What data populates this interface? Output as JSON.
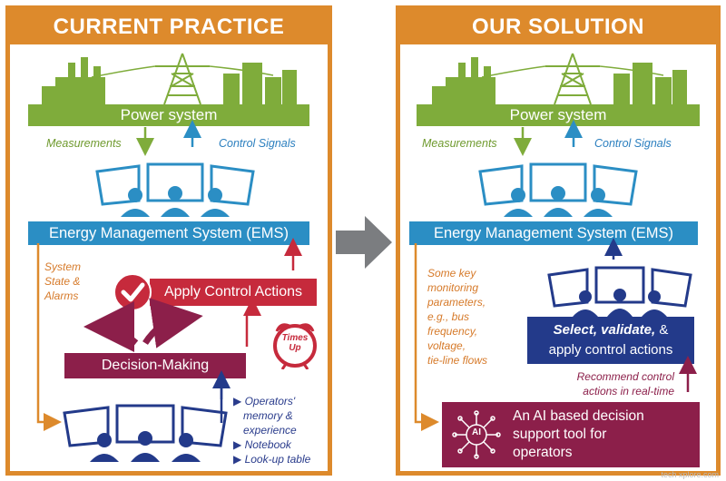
{
  "left": {
    "title": "CURRENT PRACTICE",
    "power_system": "Power system",
    "measurements": "Measurements",
    "control_signals": "Control Signals",
    "ems": "Energy Management System (EMS)",
    "system_state": [
      "System",
      "State &",
      "Alarms"
    ],
    "apply_control_actions": "Apply Control Actions",
    "decision_making": "Decision-Making",
    "times_up": [
      "Times",
      "Up"
    ],
    "operators_list": [
      "Operators'",
      "memory &",
      "experience",
      "Notebook",
      "Look-up table"
    ]
  },
  "right": {
    "title": "OUR SOLUTION",
    "power_system": "Power system",
    "measurements": "Measurements",
    "control_signals": "Control Signals",
    "ems": "Energy Management System (EMS)",
    "monitoring": [
      "Some key",
      "monitoring",
      "parameters,",
      "e.g., bus",
      "frequency,",
      "voltage,",
      "tie-line flows"
    ],
    "select_validate_bold": "Select, validate,",
    "select_validate_amp": " &",
    "apply_control_actions": "apply control actions",
    "recommend": [
      "Recommend control",
      "actions in real-time"
    ],
    "ai_icon": "AI",
    "ai_tool": [
      "An AI based decision",
      "support tool for",
      "operators"
    ]
  },
  "watermark": "tech xplore.com",
  "colors": {
    "orange": "#dd8a2c",
    "green": "#7fac3b",
    "blue": "#2b8ec4",
    "navy": "#233a8a",
    "maroon": "#8c1f4a",
    "red": "#c62a3c",
    "arrow_gray": "#7b7d80"
  },
  "icons": [
    "power-plant-icon",
    "transmission-tower-icon",
    "city-buildings-icon",
    "operator-workstation-icon",
    "checkmark-icon",
    "alarm-clock-icon",
    "ai-chip-icon",
    "big-arrow-right-icon"
  ]
}
